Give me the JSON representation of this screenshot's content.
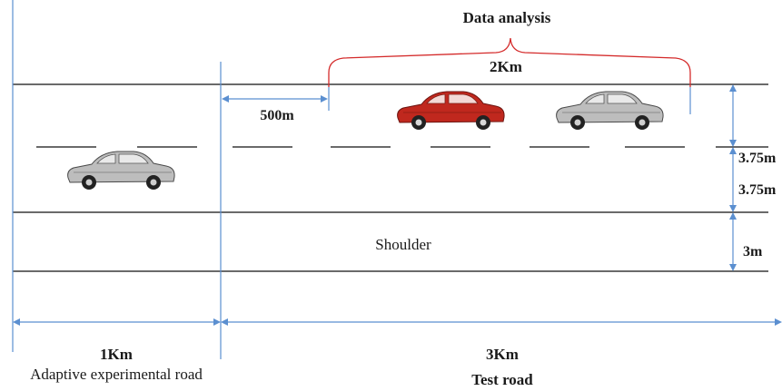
{
  "labels": {
    "data_analysis": "Data analysis",
    "two_km": "2Km",
    "five_hundred_m": "500m",
    "lane_width_1": "3.75m",
    "lane_width_2": "3.75m",
    "shoulder_width": "3m",
    "shoulder": "Shoulder",
    "one_km": "1Km",
    "adaptive_road": "Adaptive experimental road",
    "three_km": "3Km",
    "test_road": "Test road"
  },
  "colors": {
    "road_line": "#111111",
    "dimension": "#5b8fd0",
    "brace": "#d42a2a",
    "car_red": "#c0281e",
    "car_gray": "#b8b8b8"
  }
}
